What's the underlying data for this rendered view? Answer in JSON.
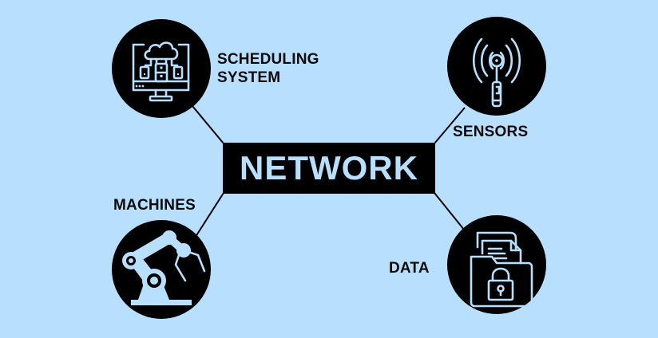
{
  "diagram": {
    "title": "NETWORK",
    "colors": {
      "background": "#b8e0fe",
      "node_fill": "#000000",
      "icon_stroke": "#b8e0fe",
      "label_text": "#0a0a0a"
    },
    "nodes": [
      {
        "id": "scheduling",
        "label_line1": "SCHEDULING",
        "label_line2": "SYSTEM",
        "icon": "cloud-computer-icon"
      },
      {
        "id": "sensors",
        "label": "SENSORS",
        "icon": "antenna-sensor-icon"
      },
      {
        "id": "machines",
        "label": "MACHINES",
        "icon": "robotic-arm-icon"
      },
      {
        "id": "data",
        "label": "DATA",
        "icon": "locked-folder-icon"
      }
    ],
    "edges": [
      {
        "from": "NETWORK",
        "to": "scheduling"
      },
      {
        "from": "NETWORK",
        "to": "sensors"
      },
      {
        "from": "NETWORK",
        "to": "machines"
      },
      {
        "from": "NETWORK",
        "to": "data"
      }
    ]
  }
}
